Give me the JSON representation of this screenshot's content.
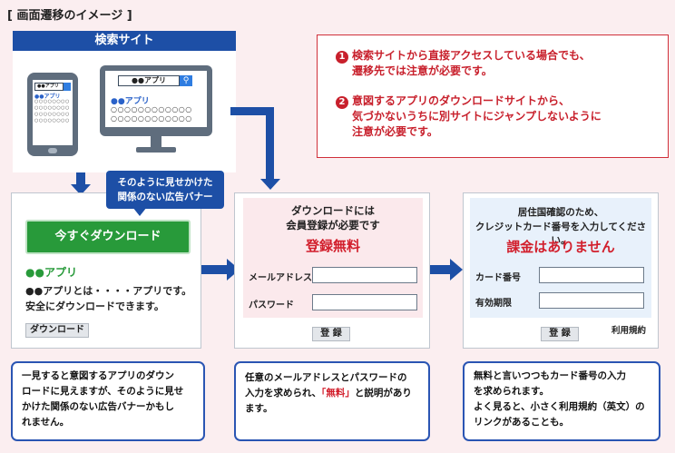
{
  "title": "[ 画面遷移のイメージ ]",
  "search_site": {
    "header": "検索サイト",
    "phone": {
      "search_text": "●●アプリ",
      "result_link": "●●アプリ",
      "result_lines": [
        "○○○○○○○○",
        "○○○○○○○○",
        "○○○○○○○○",
        "○○○○○○○○"
      ]
    },
    "monitor": {
      "search_text": "●●アプリ",
      "result_link": "●●アプリ",
      "result_lines": [
        "○○○○○○○○○○○○",
        "○○○○○○○○○○○○"
      ]
    }
  },
  "notes": [
    {
      "number": "1",
      "lines": [
        "検索サイトから直接アクセスしている場合でも、",
        "遷移先では注意が必要です。"
      ]
    },
    {
      "number": "2",
      "lines": [
        "意図するアプリのダウンロードサイトから、",
        "気づかないうちに別サイトにジャンプしないように",
        "注意が必要です。"
      ]
    }
  ],
  "callout": {
    "lines": [
      "そのように見せかけた",
      "関係のない広告バナー"
    ]
  },
  "fake_download": {
    "banner_label": "今すぐダウンロード",
    "app_name": "●●アプリ",
    "desc_lines": [
      "●●アプリとは・・・・アプリです。",
      "安全にダウンロードできます。"
    ],
    "button_label": "ダウンロード"
  },
  "registration": {
    "heading_lines": [
      "ダウンロードには",
      "会員登録が必要です"
    ],
    "free_label": "登録無料",
    "email_label": "メールアドレス",
    "password_label": "パスワード",
    "submit_label": "登 録"
  },
  "card_form": {
    "heading_lines": [
      "居住国確認のため、",
      "クレジットカード番号を入力してください。"
    ],
    "no_charge_label": "課金はありません",
    "card_label": "カード番号",
    "expiry_label": "有効期限",
    "submit_label": "登 録",
    "terms_link": "利用規約"
  },
  "explanations": {
    "box1": [
      "一見すると意図するアプリのダウン",
      "ロードに見えますが、そのように見せ",
      "かけた関係のない広告バナーかもし",
      "れません。"
    ],
    "box2": {
      "line1": "任意のメールアドレスとパスワードの",
      "line2_pre": "入力を求められ、",
      "line2_red": "「無料」",
      "line2_post": "と説明があり",
      "line3": "ます。"
    },
    "box3": [
      "無料と言いつつもカード番号の入力",
      "を求められます。",
      "よく見ると、小さく利用規約（英文）の",
      "リンクがあることも。"
    ]
  },
  "colors": {
    "navy": "#1d4fa6",
    "red": "#d21f2c",
    "green": "#289a3a",
    "pink_bg": "#fbeef0"
  }
}
